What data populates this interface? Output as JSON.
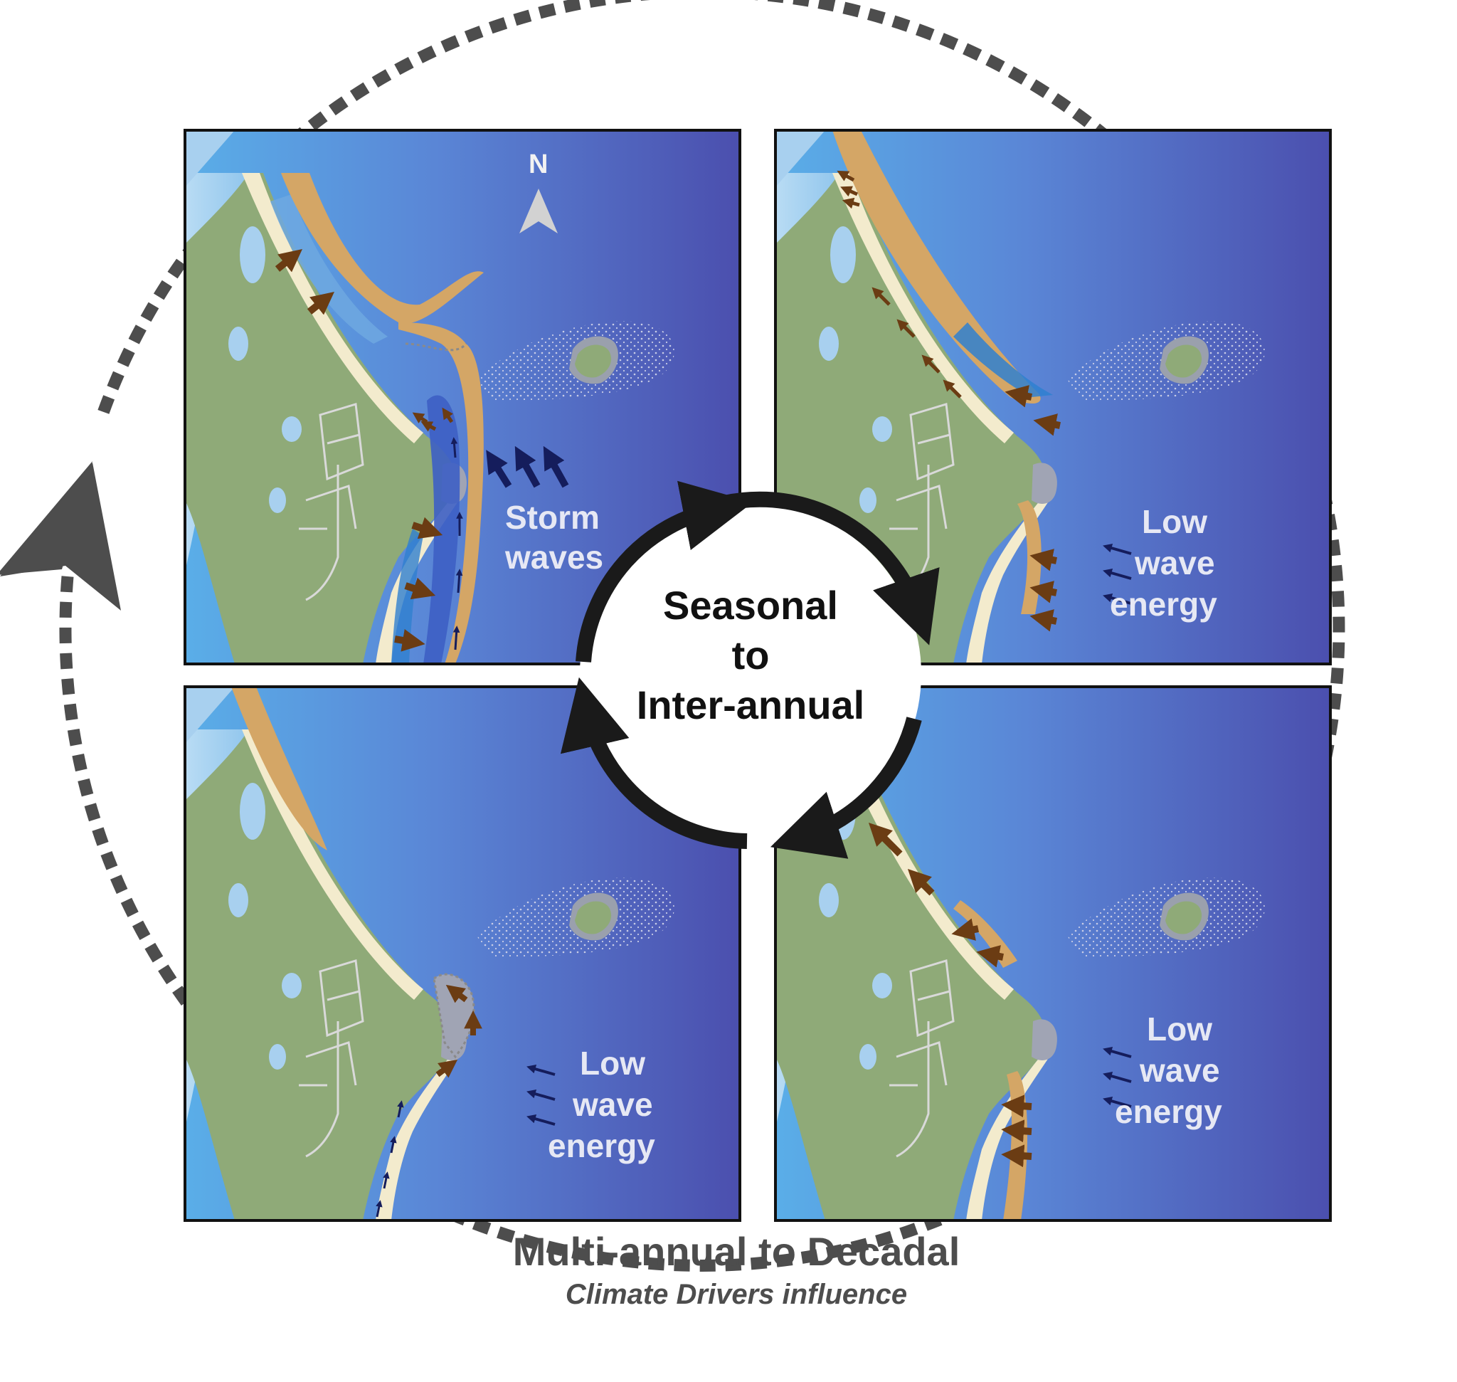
{
  "center": {
    "line1": "Seasonal",
    "line2": "to",
    "line3": "Inter-annual"
  },
  "footer": {
    "title": "Multi-annual to Decadal",
    "subtitle": "Climate Drivers influence"
  },
  "north_label": "N",
  "panels": {
    "top_left": {
      "line1": "Storm",
      "line2": "waves"
    },
    "top_right": {
      "line1": "Low",
      "line2": "wave",
      "line3": "energy"
    },
    "bottom_right": {
      "line1": "Low",
      "line2": "wave",
      "line3": "energy"
    },
    "bottom_left": {
      "line1": "Low",
      "line2": "wave",
      "line3": "energy"
    }
  },
  "colors": {
    "ocean_light": "#5aaee8",
    "ocean_deep": "#4b4fae",
    "land": "#8faa78",
    "beach": "#f3ebcd",
    "sand_bar": "#d4a666",
    "lagoon": "#a8d0ef",
    "sediment_arrow": "#6b3c13",
    "wave_arrow": "#151d5c",
    "cycle_ring": "#4d4d4d",
    "center_ring": "#1a1a1a"
  }
}
